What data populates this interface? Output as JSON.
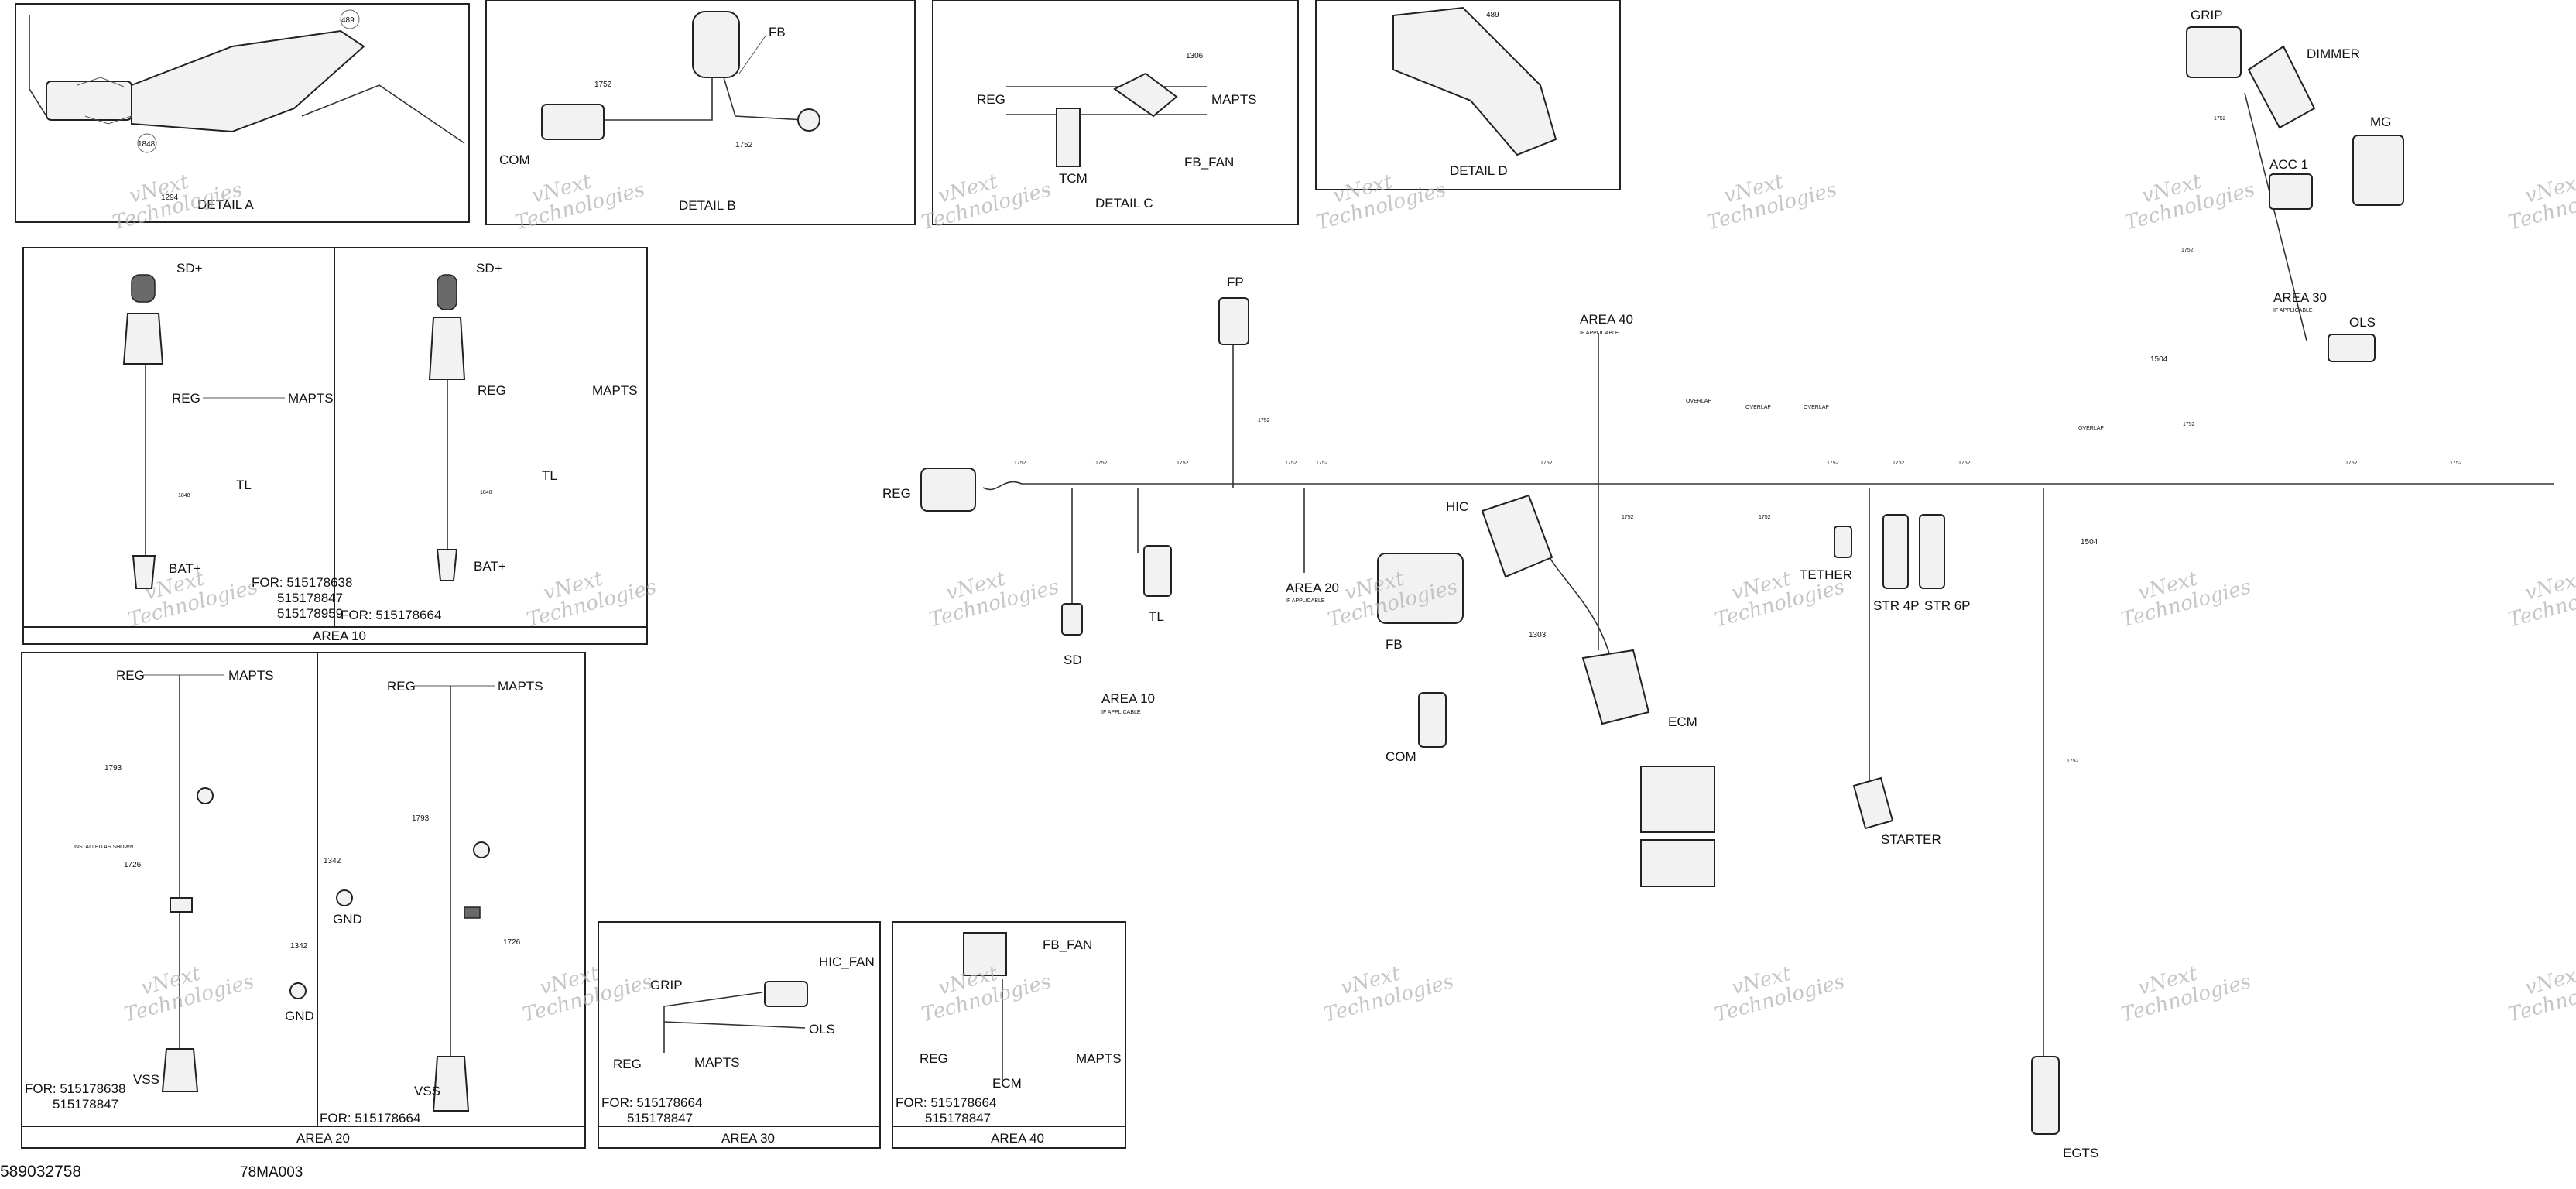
{
  "footer": {
    "doc_number": "589032758",
    "drawing_code": "78MA003"
  },
  "watermark": {
    "line1": "vNext",
    "line2": "Technologies"
  },
  "details": {
    "a": {
      "title": "DETAIL A",
      "refs": [
        "489",
        "1848",
        "1294"
      ]
    },
    "b": {
      "title": "DETAIL B",
      "refs": [
        "1752",
        "1752"
      ],
      "labels": [
        "FB",
        "COM"
      ]
    },
    "c": {
      "title": "DETAIL C",
      "refs": [
        "1306"
      ],
      "labels": [
        "REG",
        "MAPTS",
        "TCM",
        "FB_FAN"
      ]
    },
    "d": {
      "title": "DETAIL D",
      "refs": [
        "489"
      ]
    }
  },
  "area10": {
    "title": "AREA 10",
    "left": {
      "labels": [
        "SD+",
        "REG",
        "MAPTS",
        "TL",
        "BAT+"
      ],
      "for": [
        "FOR: 515178638",
        "515178847",
        "515178959"
      ],
      "ref": "1848"
    },
    "right": {
      "labels": [
        "SD+",
        "REG",
        "MAPTS",
        "TL",
        "BAT+"
      ],
      "for": "FOR: 515178664",
      "ref": "1848"
    }
  },
  "area20": {
    "title": "AREA 20",
    "left": {
      "labels": [
        "REG",
        "MAPTS",
        "VSS",
        "GND"
      ],
      "refs": [
        "1793",
        "1726",
        "1342"
      ],
      "note": "INSTALLED AS SHOWN",
      "for": [
        "FOR: 515178638",
        "515178847"
      ]
    },
    "right": {
      "labels": [
        "REG",
        "MAPTS",
        "GND",
        "VSS"
      ],
      "refs": [
        "1793",
        "1342",
        "1726"
      ],
      "for": "FOR: 515178664"
    }
  },
  "area30": {
    "title": "AREA 30",
    "labels": [
      "GRIP",
      "HIC_FAN",
      "OLS",
      "REG",
      "MAPTS"
    ],
    "for": [
      "FOR: 515178664",
      "515178847"
    ]
  },
  "area40": {
    "title": "AREA 40",
    "labels": [
      "FB_FAN",
      "REG",
      "MAPTS",
      "ECM"
    ],
    "for": [
      "FOR: 515178664",
      "515178847"
    ]
  },
  "main": {
    "connectors": [
      "REG",
      "SD",
      "TL",
      "FP",
      "FB",
      "COM",
      "HIC",
      "ECM",
      "TETHER",
      "STR 4P",
      "STR 6P",
      "STARTER",
      "EGTS",
      "GRIP",
      "DIMMER",
      "MG",
      "ACC 1",
      "OLS"
    ],
    "area_callouts": [
      {
        "title": "AREA 10",
        "sub": "IF APPLICABLE"
      },
      {
        "title": "AREA 20",
        "sub": "IF APPLICABLE"
      },
      {
        "title": "AREA 40",
        "sub": "IF APPLICABLE"
      },
      {
        "title": "AREA 30",
        "sub": "IF APPLICABLE"
      }
    ],
    "refs": [
      "1303",
      "1504",
      "1504"
    ],
    "wire_tag": "1752",
    "overlap": "OVERLAP"
  }
}
